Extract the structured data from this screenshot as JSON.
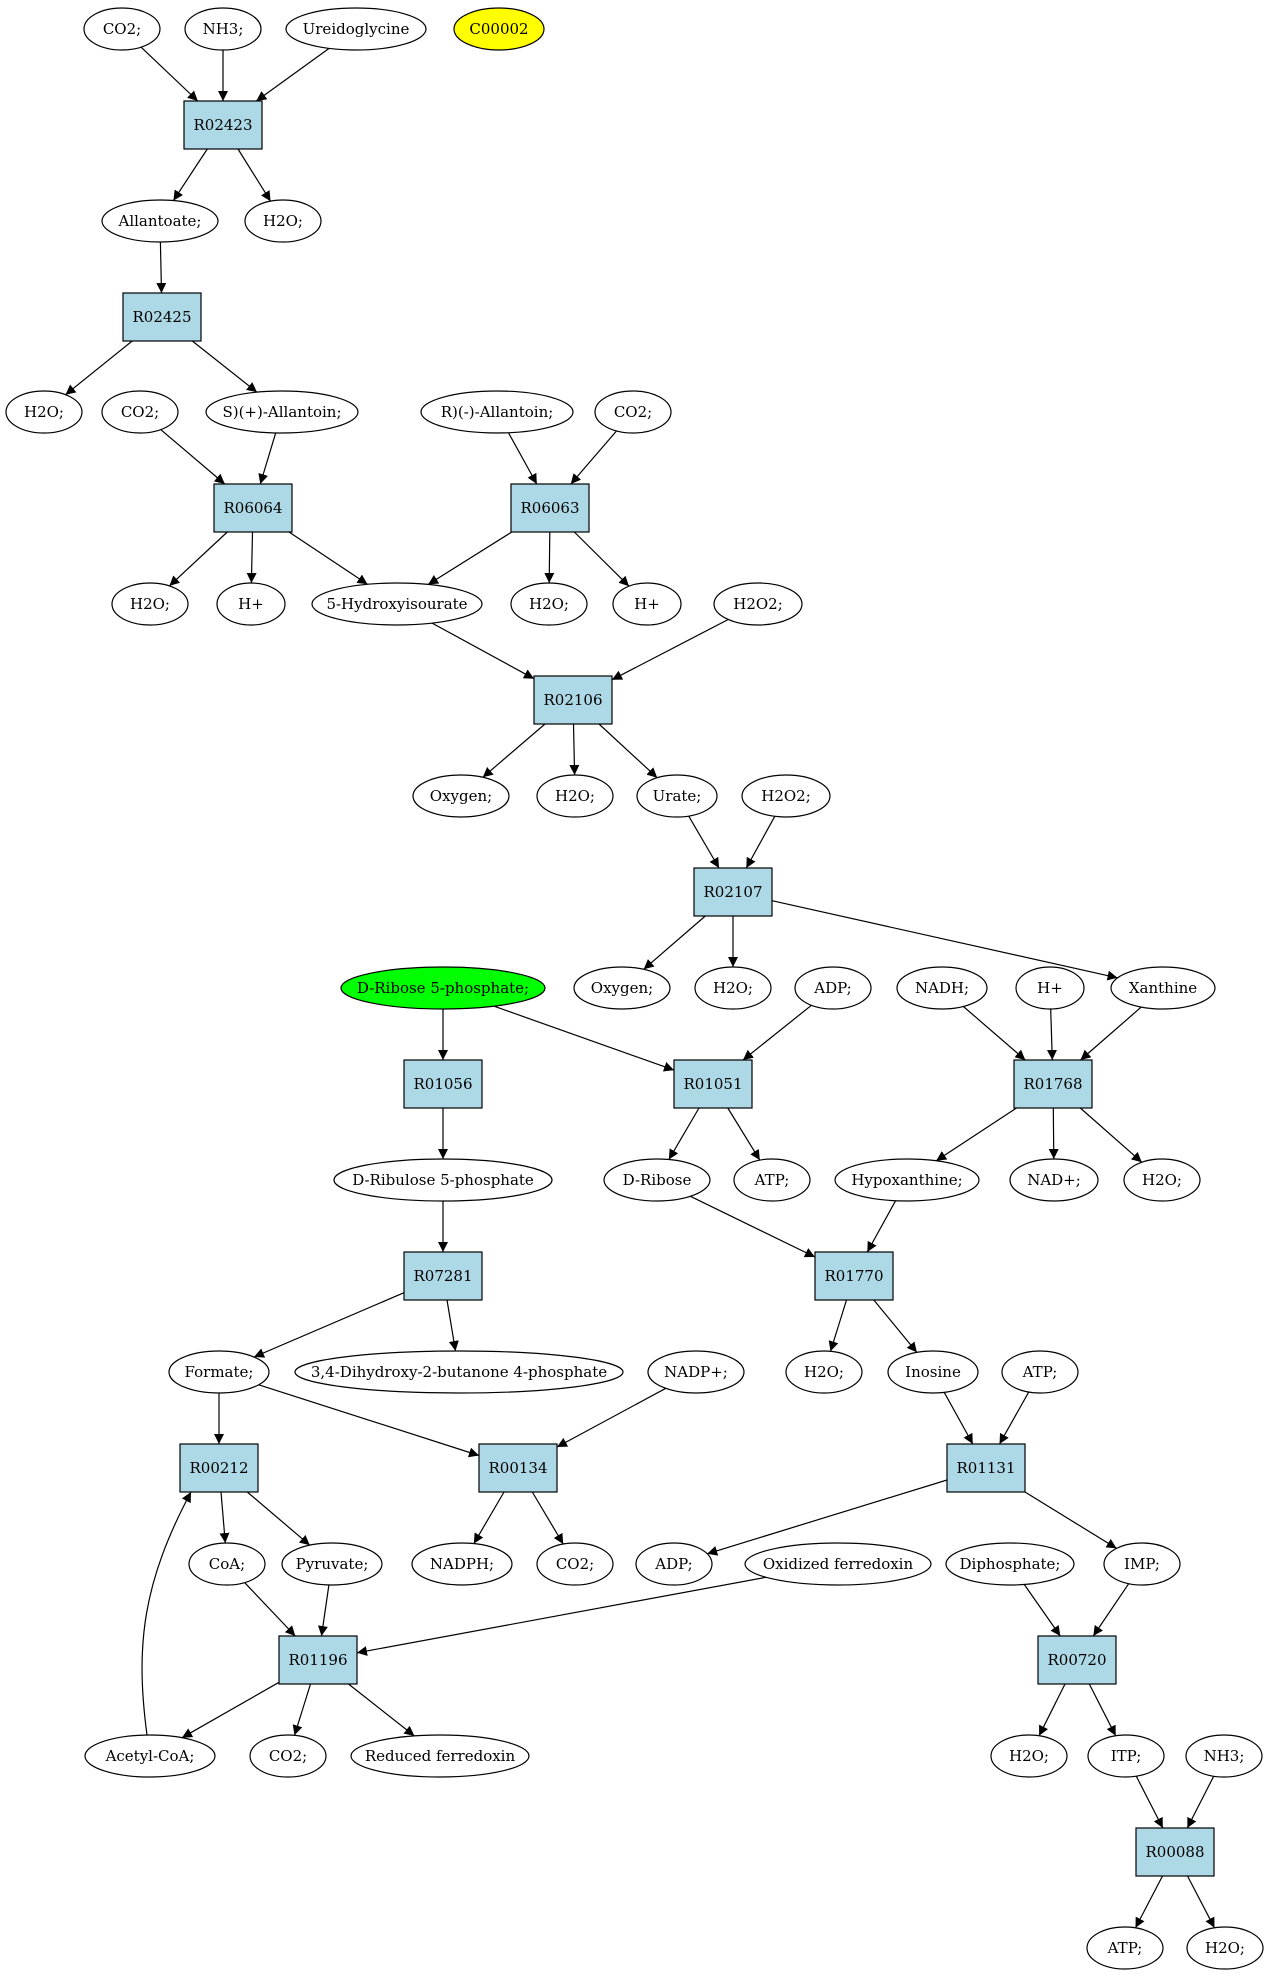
{
  "colors": {
    "reaction": "#add8e6",
    "compound": "#ffffff",
    "highlight_yellow": "#ffff00",
    "highlight_green": "#00ff00",
    "stroke": "#000000"
  },
  "nodes": [
    {
      "id": "co2_1",
      "label": "CO2;",
      "shape": "ellipse"
    },
    {
      "id": "nh3_1",
      "label": "NH3;",
      "shape": "ellipse"
    },
    {
      "id": "ureidoglycine",
      "label": "Ureidoglycine",
      "shape": "ellipse"
    },
    {
      "id": "c00002",
      "label": "C00002",
      "shape": "ellipse",
      "fill": "highlight_yellow"
    },
    {
      "id": "R02423",
      "label": "R02423",
      "shape": "box"
    },
    {
      "id": "allantoate",
      "label": "Allantoate;",
      "shape": "ellipse"
    },
    {
      "id": "h2o_1",
      "label": "H2O;",
      "shape": "ellipse"
    },
    {
      "id": "R02425",
      "label": "R02425",
      "shape": "box"
    },
    {
      "id": "h2o_2",
      "label": "H2O;",
      "shape": "ellipse"
    },
    {
      "id": "co2_2",
      "label": "CO2;",
      "shape": "ellipse"
    },
    {
      "id": "s_allantoin",
      "label": "S)(+)-Allantoin;",
      "shape": "ellipse"
    },
    {
      "id": "r_allantoin",
      "label": "R)(-)-Allantoin;",
      "shape": "ellipse"
    },
    {
      "id": "co2_3",
      "label": "CO2;",
      "shape": "ellipse"
    },
    {
      "id": "R06064",
      "label": "R06064",
      "shape": "box"
    },
    {
      "id": "R06063",
      "label": "R06063",
      "shape": "box"
    },
    {
      "id": "h2o_3",
      "label": "H2O;",
      "shape": "ellipse"
    },
    {
      "id": "hplus_1",
      "label": "H+",
      "shape": "ellipse"
    },
    {
      "id": "hydroxyisourate",
      "label": "5-Hydroxyisourate",
      "shape": "ellipse"
    },
    {
      "id": "h2o_4",
      "label": "H2O;",
      "shape": "ellipse"
    },
    {
      "id": "hplus_2",
      "label": "H+",
      "shape": "ellipse"
    },
    {
      "id": "h2o2_1",
      "label": "H2O2;",
      "shape": "ellipse"
    },
    {
      "id": "R02106",
      "label": "R02106",
      "shape": "box"
    },
    {
      "id": "oxygen_1",
      "label": "Oxygen;",
      "shape": "ellipse"
    },
    {
      "id": "h2o_5",
      "label": "H2O;",
      "shape": "ellipse"
    },
    {
      "id": "urate",
      "label": "Urate;",
      "shape": "ellipse"
    },
    {
      "id": "h2o2_2",
      "label": "H2O2;",
      "shape": "ellipse"
    },
    {
      "id": "R02107",
      "label": "R02107",
      "shape": "box"
    },
    {
      "id": "ribose5p",
      "label": "D-Ribose 5-phosphate;",
      "shape": "ellipse",
      "fill": "highlight_green"
    },
    {
      "id": "oxygen_2",
      "label": "Oxygen;",
      "shape": "ellipse"
    },
    {
      "id": "h2o_6",
      "label": "H2O;",
      "shape": "ellipse"
    },
    {
      "id": "adp_1",
      "label": "ADP;",
      "shape": "ellipse"
    },
    {
      "id": "nadh",
      "label": "NADH;",
      "shape": "ellipse"
    },
    {
      "id": "hplus_3",
      "label": "H+",
      "shape": "ellipse"
    },
    {
      "id": "xanthine",
      "label": "Xanthine",
      "shape": "ellipse"
    },
    {
      "id": "R01056",
      "label": "R01056",
      "shape": "box"
    },
    {
      "id": "R01051",
      "label": "R01051",
      "shape": "box"
    },
    {
      "id": "R01768",
      "label": "R01768",
      "shape": "box"
    },
    {
      "id": "ribulose5p",
      "label": "D-Ribulose 5-phosphate",
      "shape": "ellipse"
    },
    {
      "id": "dribose",
      "label": "D-Ribose",
      "shape": "ellipse"
    },
    {
      "id": "atp_1",
      "label": "ATP;",
      "shape": "ellipse"
    },
    {
      "id": "hypoxanthine",
      "label": "Hypoxanthine;",
      "shape": "ellipse"
    },
    {
      "id": "nadplus",
      "label": "NAD+;",
      "shape": "ellipse"
    },
    {
      "id": "h2o_7",
      "label": "H2O;",
      "shape": "ellipse"
    },
    {
      "id": "R07281",
      "label": "R07281",
      "shape": "box"
    },
    {
      "id": "R01770",
      "label": "R01770",
      "shape": "box"
    },
    {
      "id": "formate",
      "label": "Formate;",
      "shape": "ellipse"
    },
    {
      "id": "dhbp",
      "label": "3,4-Dihydroxy-2-butanone 4-phosphate",
      "shape": "ellipse"
    },
    {
      "id": "nadpplus",
      "label": "NADP+;",
      "shape": "ellipse"
    },
    {
      "id": "h2o_8",
      "label": "H2O;",
      "shape": "ellipse"
    },
    {
      "id": "inosine",
      "label": "Inosine",
      "shape": "ellipse"
    },
    {
      "id": "atp_2",
      "label": "ATP;",
      "shape": "ellipse"
    },
    {
      "id": "R00212",
      "label": "R00212",
      "shape": "box"
    },
    {
      "id": "R00134",
      "label": "R00134",
      "shape": "box"
    },
    {
      "id": "R01131",
      "label": "R01131",
      "shape": "box"
    },
    {
      "id": "coa",
      "label": "CoA;",
      "shape": "ellipse"
    },
    {
      "id": "pyruvate",
      "label": "Pyruvate;",
      "shape": "ellipse"
    },
    {
      "id": "nadph",
      "label": "NADPH;",
      "shape": "ellipse"
    },
    {
      "id": "co2_4",
      "label": "CO2;",
      "shape": "ellipse"
    },
    {
      "id": "adp_2",
      "label": "ADP;",
      "shape": "ellipse"
    },
    {
      "id": "oxfd",
      "label": "Oxidized ferredoxin",
      "shape": "ellipse"
    },
    {
      "id": "diphosphate",
      "label": "Diphosphate;",
      "shape": "ellipse"
    },
    {
      "id": "imp",
      "label": "IMP;",
      "shape": "ellipse"
    },
    {
      "id": "R01196",
      "label": "R01196",
      "shape": "box"
    },
    {
      "id": "R00720",
      "label": "R00720",
      "shape": "box"
    },
    {
      "id": "acetylcoa",
      "label": "Acetyl-CoA;",
      "shape": "ellipse"
    },
    {
      "id": "co2_5",
      "label": "CO2;",
      "shape": "ellipse"
    },
    {
      "id": "redfd",
      "label": "Reduced ferredoxin",
      "shape": "ellipse"
    },
    {
      "id": "h2o_9",
      "label": "H2O;",
      "shape": "ellipse"
    },
    {
      "id": "itp",
      "label": "ITP;",
      "shape": "ellipse"
    },
    {
      "id": "nh3_2",
      "label": "NH3;",
      "shape": "ellipse"
    },
    {
      "id": "R00088",
      "label": "R00088",
      "shape": "box"
    },
    {
      "id": "atp_3",
      "label": "ATP;",
      "shape": "ellipse"
    },
    {
      "id": "h2o_10",
      "label": "H2O;",
      "shape": "ellipse"
    }
  ],
  "edges": [
    [
      "co2_1",
      "R02423"
    ],
    [
      "nh3_1",
      "R02423"
    ],
    [
      "ureidoglycine",
      "R02423"
    ],
    [
      "R02423",
      "allantoate"
    ],
    [
      "R02423",
      "h2o_1"
    ],
    [
      "allantoate",
      "R02425"
    ],
    [
      "R02425",
      "h2o_2"
    ],
    [
      "R02425",
      "s_allantoin"
    ],
    [
      "co2_2",
      "R06064"
    ],
    [
      "s_allantoin",
      "R06064"
    ],
    [
      "r_allantoin",
      "R06063"
    ],
    [
      "co2_3",
      "R06063"
    ],
    [
      "R06064",
      "h2o_3"
    ],
    [
      "R06064",
      "hplus_1"
    ],
    [
      "R06064",
      "hydroxyisourate"
    ],
    [
      "R06063",
      "hydroxyisourate"
    ],
    [
      "R06063",
      "h2o_4"
    ],
    [
      "R06063",
      "hplus_2"
    ],
    [
      "hydroxyisourate",
      "R02106"
    ],
    [
      "h2o2_1",
      "R02106"
    ],
    [
      "R02106",
      "oxygen_1"
    ],
    [
      "R02106",
      "h2o_5"
    ],
    [
      "R02106",
      "urate"
    ],
    [
      "urate",
      "R02107"
    ],
    [
      "h2o2_2",
      "R02107"
    ],
    [
      "R02107",
      "oxygen_2"
    ],
    [
      "R02107",
      "h2o_6"
    ],
    [
      "R02107",
      "xanthine"
    ],
    [
      "ribose5p",
      "R01056"
    ],
    [
      "ribose5p",
      "R01051"
    ],
    [
      "adp_1",
      "R01051"
    ],
    [
      "nadh",
      "R01768"
    ],
    [
      "hplus_3",
      "R01768"
    ],
    [
      "xanthine",
      "R01768"
    ],
    [
      "R01056",
      "ribulose5p"
    ],
    [
      "R01051",
      "dribose"
    ],
    [
      "R01051",
      "atp_1"
    ],
    [
      "R01768",
      "hypoxanthine"
    ],
    [
      "R01768",
      "nadplus"
    ],
    [
      "R01768",
      "h2o_7"
    ],
    [
      "ribulose5p",
      "R07281"
    ],
    [
      "dribose",
      "R01770"
    ],
    [
      "hypoxanthine",
      "R01770"
    ],
    [
      "R07281",
      "formate"
    ],
    [
      "R07281",
      "dhbp"
    ],
    [
      "R01770",
      "h2o_8"
    ],
    [
      "R01770",
      "inosine"
    ],
    [
      "formate",
      "R00212"
    ],
    [
      "formate",
      "R00134"
    ],
    [
      "nadpplus",
      "R00134"
    ],
    [
      "inosine",
      "R01131"
    ],
    [
      "atp_2",
      "R01131"
    ],
    [
      "R00212",
      "coa"
    ],
    [
      "R00212",
      "pyruvate"
    ],
    [
      "R00134",
      "nadph"
    ],
    [
      "R00134",
      "co2_4"
    ],
    [
      "R01131",
      "adp_2"
    ],
    [
      "R01131",
      "imp"
    ],
    [
      "coa",
      "R01196"
    ],
    [
      "pyruvate",
      "R01196"
    ],
    [
      "oxfd",
      "R01196"
    ],
    [
      "diphosphate",
      "R00720"
    ],
    [
      "imp",
      "R00720"
    ],
    [
      "R01196",
      "acetylcoa"
    ],
    [
      "R01196",
      "co2_5"
    ],
    [
      "R01196",
      "redfd"
    ],
    [
      "acetylcoa",
      "R00212"
    ],
    [
      "R00720",
      "h2o_9"
    ],
    [
      "R00720",
      "itp"
    ],
    [
      "itp",
      "R00088"
    ],
    [
      "nh3_2",
      "R00088"
    ],
    [
      "R00088",
      "atp_3"
    ],
    [
      "R00088",
      "h2o_10"
    ]
  ]
}
